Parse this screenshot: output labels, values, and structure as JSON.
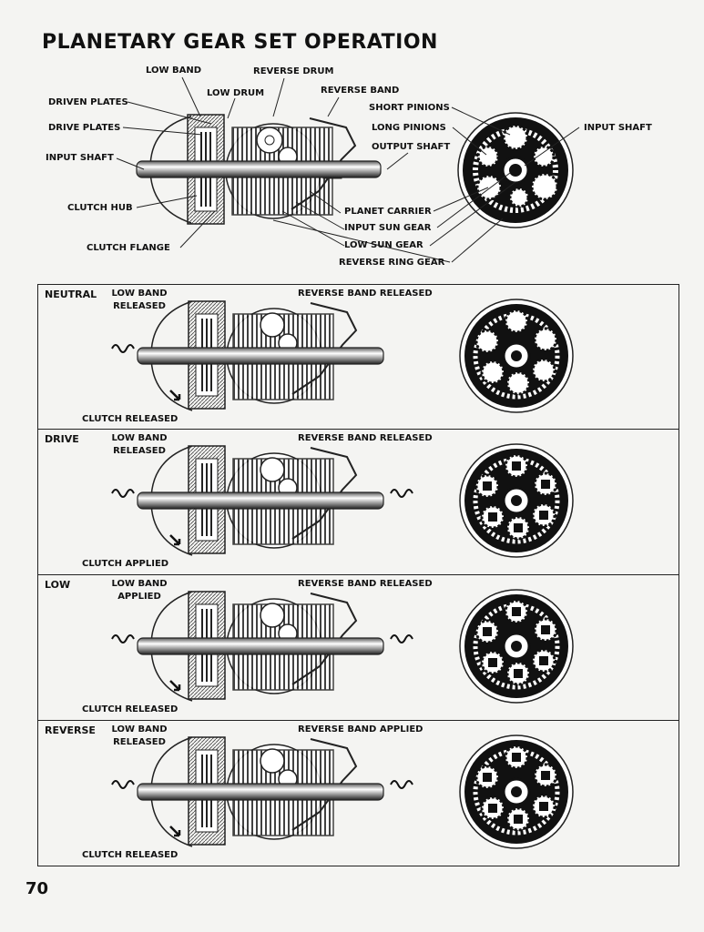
{
  "page": {
    "title": "PLANETARY GEAR SET OPERATION",
    "page_number": "70"
  },
  "legend": {
    "low_band": "LOW BAND",
    "reverse_drum": "REVERSE DRUM",
    "low_drum": "LOW DRUM",
    "reverse_band": "REVERSE BAND",
    "driven_plates": "DRIVEN PLATES",
    "short_pinions": "SHORT PINIONS",
    "drive_plates": "DRIVE PLATES",
    "long_pinions": "LONG PINIONS",
    "input_shaft_right": "INPUT SHAFT",
    "input_shaft_left": "INPUT SHAFT",
    "output_shaft": "OUTPUT SHAFT",
    "clutch_hub": "CLUTCH HUB",
    "planet_carrier": "PLANET CARRIER",
    "input_sun_gear": "INPUT SUN GEAR",
    "clutch_flange": "CLUTCH FLANGE",
    "low_sun_gear": "LOW SUN GEAR",
    "reverse_ring_gear": "REVERSE RING GEAR"
  },
  "modes": [
    {
      "name": "NEUTRAL",
      "low_band": "LOW BAND",
      "low_band_state": "RELEASED",
      "reverse_band": "REVERSE BAND RELEASED",
      "clutch": "CLUTCH RELEASED",
      "output_motion": false
    },
    {
      "name": "DRIVE",
      "low_band": "LOW BAND",
      "low_band_state": "RELEASED",
      "reverse_band": "REVERSE BAND RELEASED",
      "clutch": "CLUTCH APPLIED",
      "output_motion": true
    },
    {
      "name": "LOW",
      "low_band": "LOW BAND",
      "low_band_state": "APPLIED",
      "reverse_band": "REVERSE BAND RELEASED",
      "clutch": "CLUTCH RELEASED",
      "output_motion": true
    },
    {
      "name": "REVERSE",
      "low_band": "LOW BAND",
      "low_band_state": "RELEASED",
      "reverse_band": "REVERSE BAND APPLIED",
      "clutch": "CLUTCH RELEASED",
      "output_motion": true
    }
  ]
}
